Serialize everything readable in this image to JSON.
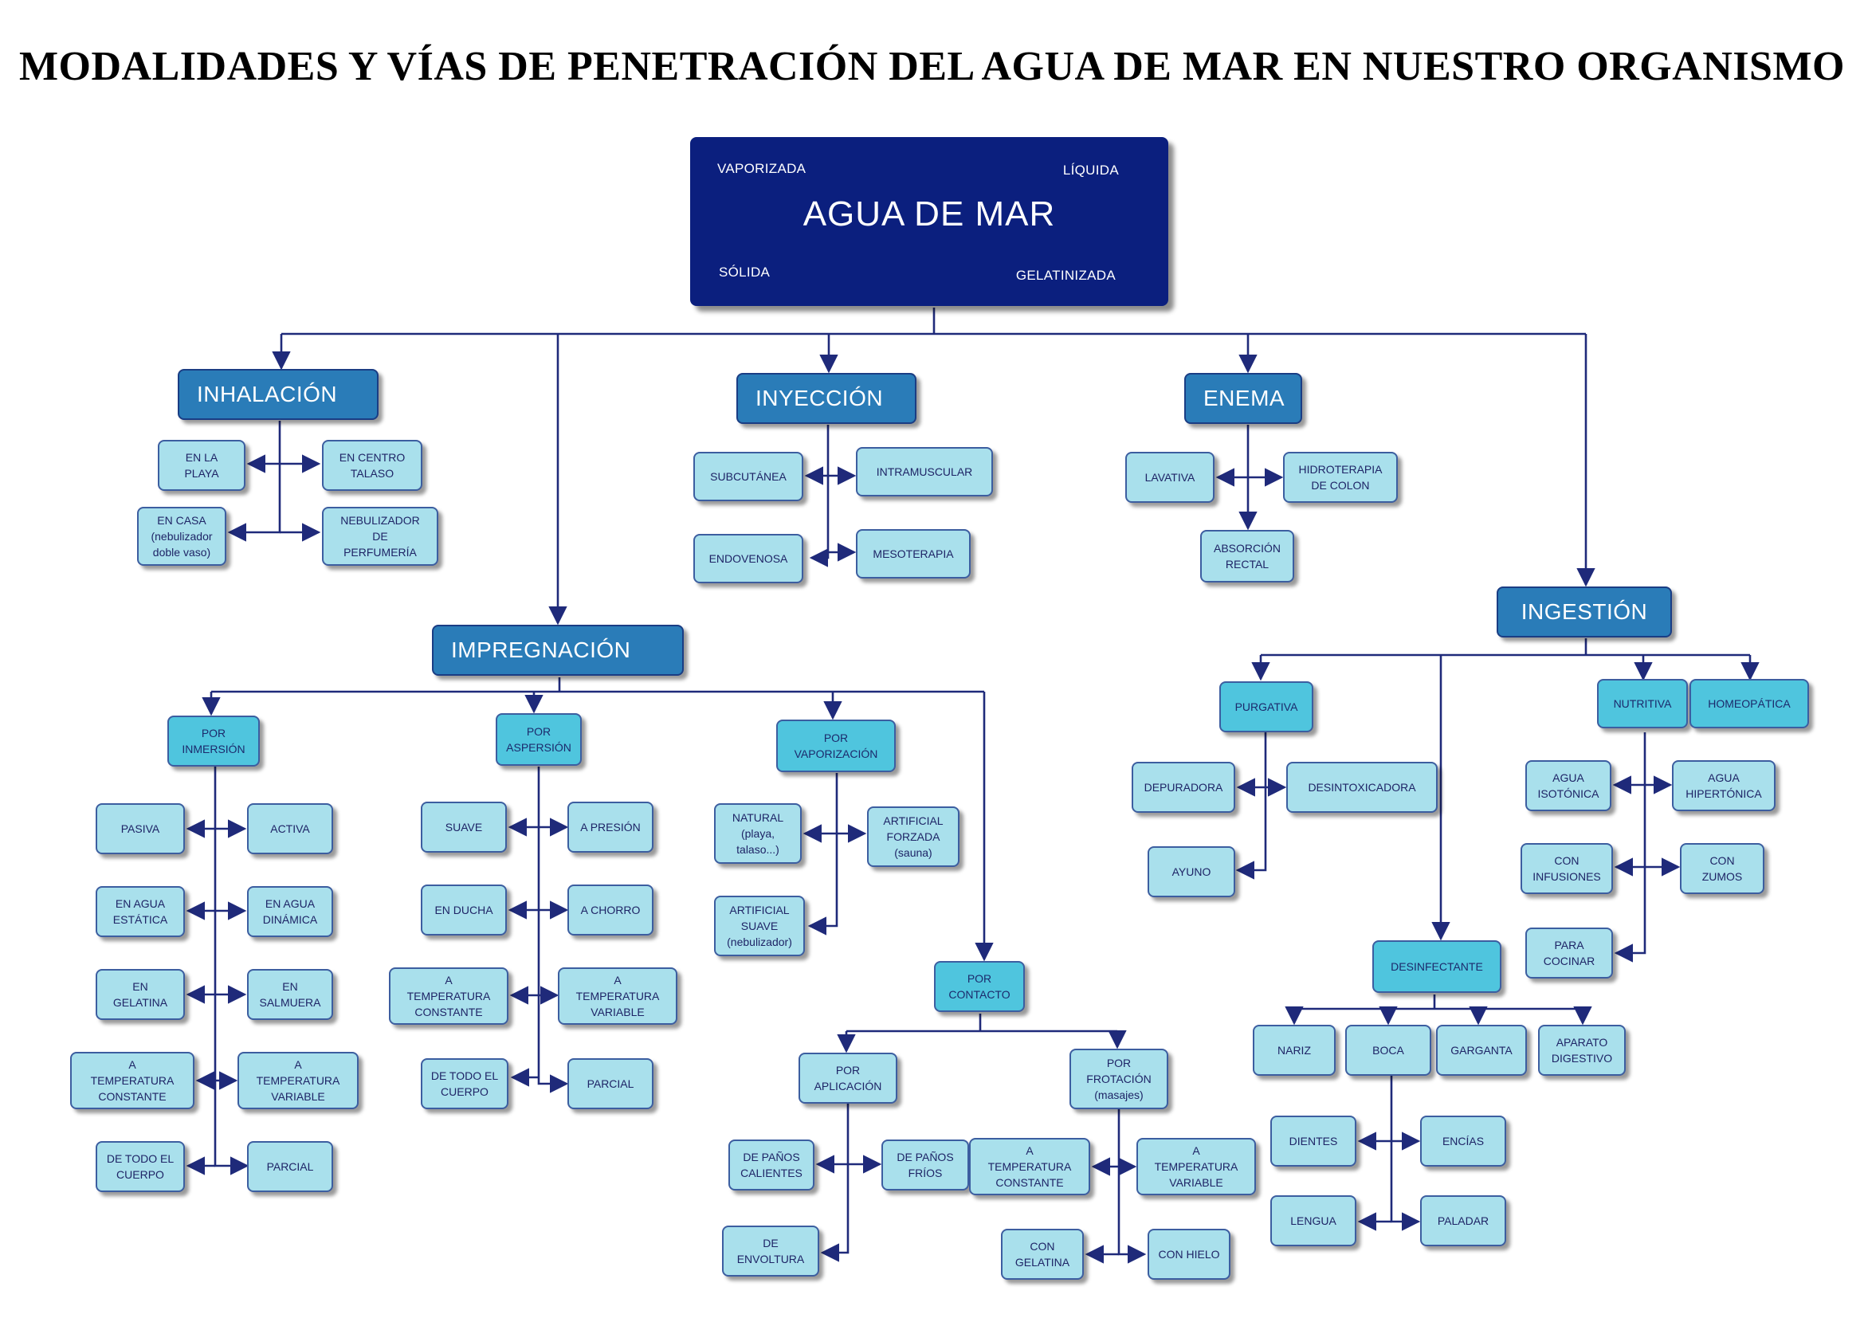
{
  "title": "MODALIDADES Y VÍAS DE PENETRACIÓN DEL AGUA DE MAR EN NUESTRO ORGANISMO",
  "root": {
    "label": "AGUA DE MAR",
    "forms": {
      "top_left": "VAPORIZADA",
      "top_right": "LÍQUIDA",
      "bottom_left": "SÓLIDA",
      "bottom_right": "GELATINIZADA"
    }
  },
  "colors": {
    "root": "#0b1f7e",
    "category": "#2a7cb8",
    "subcategory": "#4fc5de",
    "leaf": "#a9e0ec",
    "connector": "#1f2a7a"
  },
  "nodes": {
    "inhalacion": "INHALACIÓN",
    "inhal_playa": "EN LA\nPLAYA",
    "inhal_talaso": "EN CENTRO\nTALASO",
    "inhal_casa": "EN CASA\n(nebulizador\ndoble vaso)",
    "inhal_nebulizador": "NEBULIZADOR\nDE\nPERFUMERÍA",
    "inyeccion": "INYECCIÓN",
    "iny_subcutanea": "SUBCUTÁNEA",
    "iny_intramuscular": "INTRAMUSCULAR",
    "iny_endovenosa": "ENDOVENOSA",
    "iny_mesoterapia": "MESOTERAPIA",
    "enema": "ENEMA",
    "enema_lavativa": "LAVATIVA",
    "enema_hidroterapia": "HIDROTERAPIA\nDE COLON",
    "enema_absorcion": "ABSORCIÓN\nRECTAL",
    "impregnacion": "IMPREGNACIÓN",
    "por_inmersion": "POR\nINMERSIÓN",
    "inm_pasiva": "PASIVA",
    "inm_activa": "ACTIVA",
    "inm_estatica": "EN AGUA\nESTÁTICA",
    "inm_dinamica": "EN AGUA\nDINÁMICA",
    "inm_gelatina": "EN\nGELATINA",
    "inm_salmuera": "EN\nSALMUERA",
    "inm_temp_const": "A\nTEMPERATURA\nCONSTANTE",
    "inm_temp_var": "A\nTEMPERATURA\nVARIABLE",
    "inm_todo": "DE TODO EL\nCUERPO",
    "inm_parcial": "PARCIAL",
    "por_aspersion": "POR\nASPERSIÓN",
    "asp_suave": "SUAVE",
    "asp_presion": "A PRESIÓN",
    "asp_ducha": "EN DUCHA",
    "asp_chorro": "A CHORRO",
    "asp_temp_const": "A\nTEMPERATURA\nCONSTANTE",
    "asp_temp_var": "A\nTEMPERATURA\nVARIABLE",
    "asp_todo": "DE TODO EL\nCUERPO",
    "asp_parcial": "PARCIAL",
    "por_vaporizacion": "POR\nVAPORIZACIÓN",
    "vap_natural": "NATURAL\n(playa,\ntalaso...)",
    "vap_forzada": "ARTIFICIAL\nFORZADA\n(sauna)",
    "vap_suave": "ARTIFICIAL\nSUAVE\n(nebulizador)",
    "por_contacto": "POR\nCONTACTO",
    "por_aplicacion": "POR\nAPLICACIÓN",
    "apl_calientes": "DE PAÑOS\nCALIENTES",
    "apl_frios": "DE PAÑOS\nFRÍOS",
    "apl_envoltura": "DE\nENVOLTURA",
    "por_frotacion": "POR\nFROTACIÓN\n(masajes)",
    "fro_temp_const": "A\nTEMPERATURA\nCONSTANTE",
    "fro_temp_var": "A\nTEMPERATURA\nVARIABLE",
    "fro_gelatina": "CON\nGELATINA",
    "fro_hielo": "CON HIELO",
    "ingestion": "INGESTIÓN",
    "purgativa": "PURGATIVA",
    "pur_depuradora": "DEPURADORA",
    "pur_desintoxicadora": "DESINTOXICADORA",
    "pur_ayuno": "AYUNO",
    "desinfectante": "DESINFECTANTE",
    "des_nariz": "NARIZ",
    "des_boca": "BOCA",
    "des_garganta": "GARGANTA",
    "des_aparato": "APARATO\nDIGESTIVO",
    "boca_dientes": "DIENTES",
    "boca_encias": "ENCÍAS",
    "boca_lengua": "LENGUA",
    "boca_paladar": "PALADAR",
    "nutritiva": "NUTRITIVA",
    "homeopatica": "HOMEOPÁTICA",
    "nut_isotonica": "AGUA\nISOTÓNICA",
    "nut_hipertonica": "AGUA\nHIPERTÓNICA",
    "nut_infusiones": "CON\nINFUSIONES",
    "nut_zumos": "CON\nZUMOS",
    "nut_cocinar": "PARA\nCOCINAR"
  }
}
